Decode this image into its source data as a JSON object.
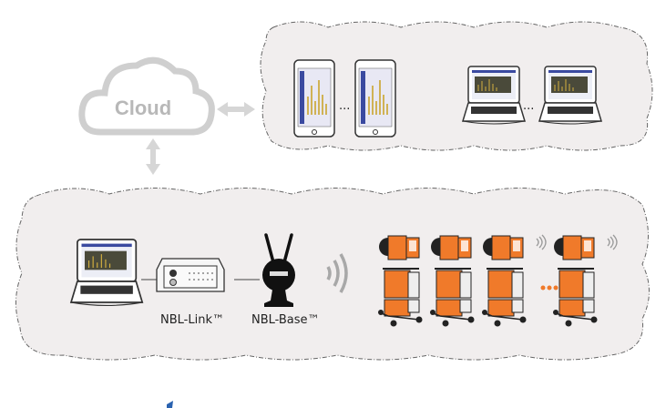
{
  "cloud": {
    "label": "Cloud"
  },
  "devices": {
    "link_label": "NBL-Link™",
    "base_label": "NBL-Base™",
    "ellipsis": "..."
  },
  "colors": {
    "bubble_fill": "#f1eeee",
    "bubble_stroke": "#666666",
    "cloud_gray": "#c4c4c4",
    "machine_orange": "#f07a2a",
    "screen_blue": "#3a4aa0"
  },
  "icons": [
    "cloud-icon",
    "bidirectional-arrow-icon",
    "smartphone-icon",
    "laptop-icon",
    "nbl-link-box-icon",
    "nbl-base-antenna-icon",
    "wireless-signal-icon",
    "machine-cart-icon"
  ]
}
